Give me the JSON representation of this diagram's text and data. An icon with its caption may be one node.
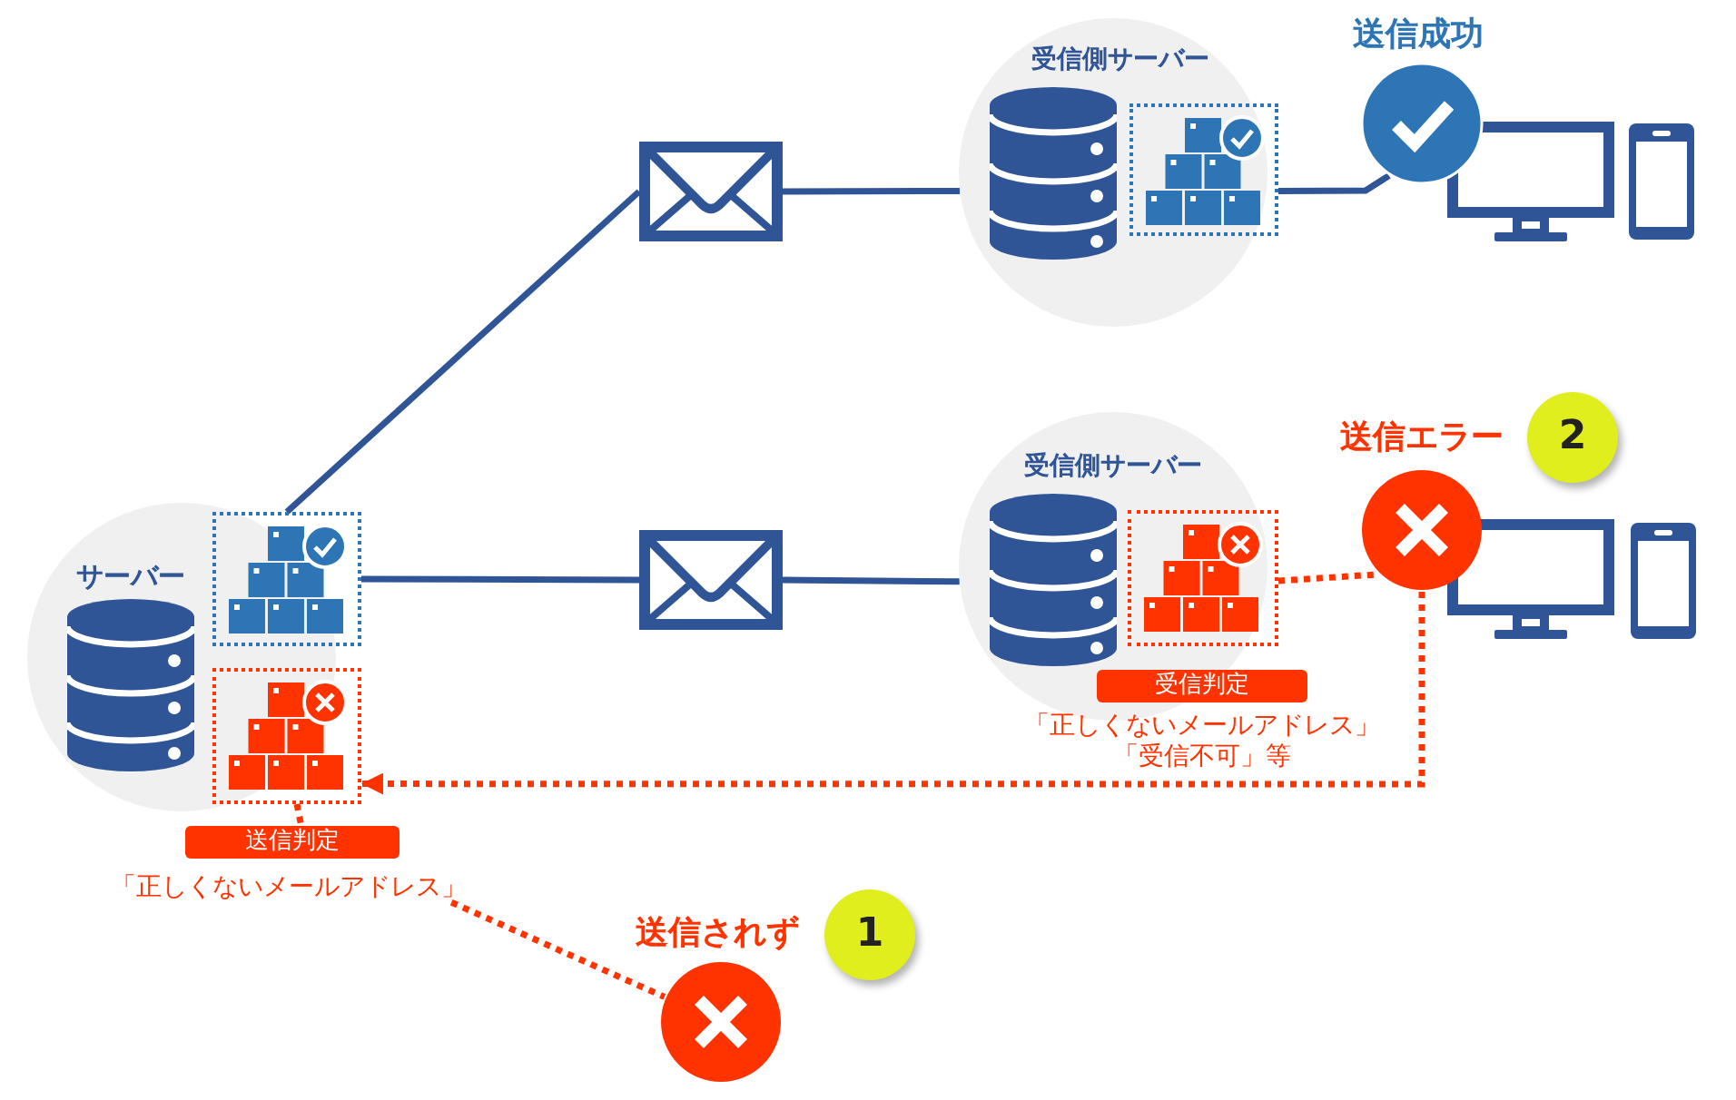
{
  "diagram": {
    "nodes": [
      {
        "text": [
          "サーバー"
        ]
      },
      {
        "text": [],
        "shape": "box"
      },
      {
        "text": [],
        "shape": "box"
      },
      {
        "text": [
          "送信判定"
        ]
      },
      {
        "text": [
          "「正しくないメールアドレス」"
        ]
      },
      {
        "text": [],
        "shape": "circle",
        "beside": [
          "送信されず"
        ]
      },
      {
        "text": [
          "1"
        ]
      },
      {
        "text": [],
        "shape": "envelope"
      },
      {
        "text": [
          "受信側サーバー"
        ]
      },
      {
        "text": [],
        "shape": "box"
      },
      {
        "text": [],
        "shape": "circle",
        "beside": [
          "送信成功"
        ]
      },
      {
        "text": [],
        "shape": "envelope"
      },
      {
        "text": [
          "受信側サーバー"
        ]
      },
      {
        "text": [],
        "shape": "box"
      },
      {
        "text": [
          "受信判定"
        ],
        "beside": [
          "「正しくないメールアドレス」",
          "「受信不可」等"
        ]
      },
      {
        "text": [],
        "shape": "circle",
        "beside": [
          "送信エラー"
        ]
      },
      {
        "text": [
          "2"
        ]
      }
    ],
    "edges": [
      {
        "from": 1,
        "to": 7,
        "arrow": "none"
      },
      {
        "from": 7,
        "to": 8,
        "arrow": "none"
      },
      {
        "from": 9,
        "to": 10,
        "arrow": "none"
      },
      {
        "from": 1,
        "to": 11,
        "arrow": "none"
      },
      {
        "from": 11,
        "to": 12,
        "arrow": "none"
      },
      {
        "from": 13,
        "to": 15,
        "arrow": "none",
        "style": "dashed",
        "color": "#ff3300"
      },
      {
        "from": 15,
        "to": 2,
        "arrow": "to",
        "style": "dashed",
        "color": "#ff3300"
      },
      {
        "from": 2,
        "to": 3,
        "arrow": "none",
        "style": "dashed",
        "color": "#ff3300"
      },
      {
        "from": 4,
        "to": 5,
        "arrow": "none",
        "style": "dashed",
        "color": "#ff3300"
      }
    ]
  }
}
